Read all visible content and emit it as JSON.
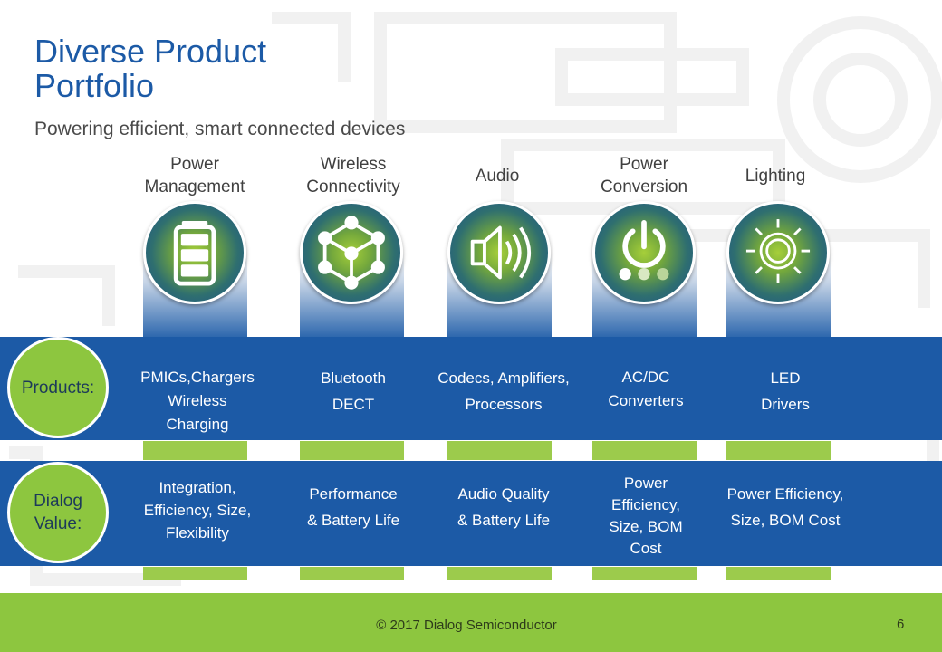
{
  "slide": {
    "title": "Diverse Product\nPortfolio",
    "subtitle": "Powering efficient, smart connected devices"
  },
  "categories": [
    {
      "label": "Power\nManagement",
      "icon": "battery-icon",
      "products": "PMICs,Chargers\nWireless\nCharging",
      "value": "Integration,\nEfficiency, Size,\nFlexibility"
    },
    {
      "label": "Wireless\nConnectivity",
      "icon": "network-nodes-icon",
      "products": "Bluetooth\nDECT",
      "value": "Performance\n& Battery Life"
    },
    {
      "label": "Audio",
      "icon": "speaker-icon",
      "products": "Codecs, Amplifiers,\nProcessors",
      "value": "Audio Quality\n& Battery Life"
    },
    {
      "label": "Power\nConversion",
      "icon": "power-button-icon",
      "products": "AC/DC\nConverters",
      "value": "Power\nEfficiency,\nSize,  BOM\nCost"
    },
    {
      "label": "Lighting",
      "icon": "sun-icon",
      "products": "LED\nDrivers",
      "value": "Power Efficiency,\nSize,  BOM Cost"
    }
  ],
  "rows": {
    "products_label": "Products:",
    "value_label": "Dialog\nValue:"
  },
  "footer": {
    "copyright": "© 2017 Dialog Semiconductor",
    "page_number": "6"
  },
  "colors": {
    "brand_blue": "#1c5aa6",
    "brand_green": "#8dc63f",
    "strip_green": "#9ccb4c"
  }
}
